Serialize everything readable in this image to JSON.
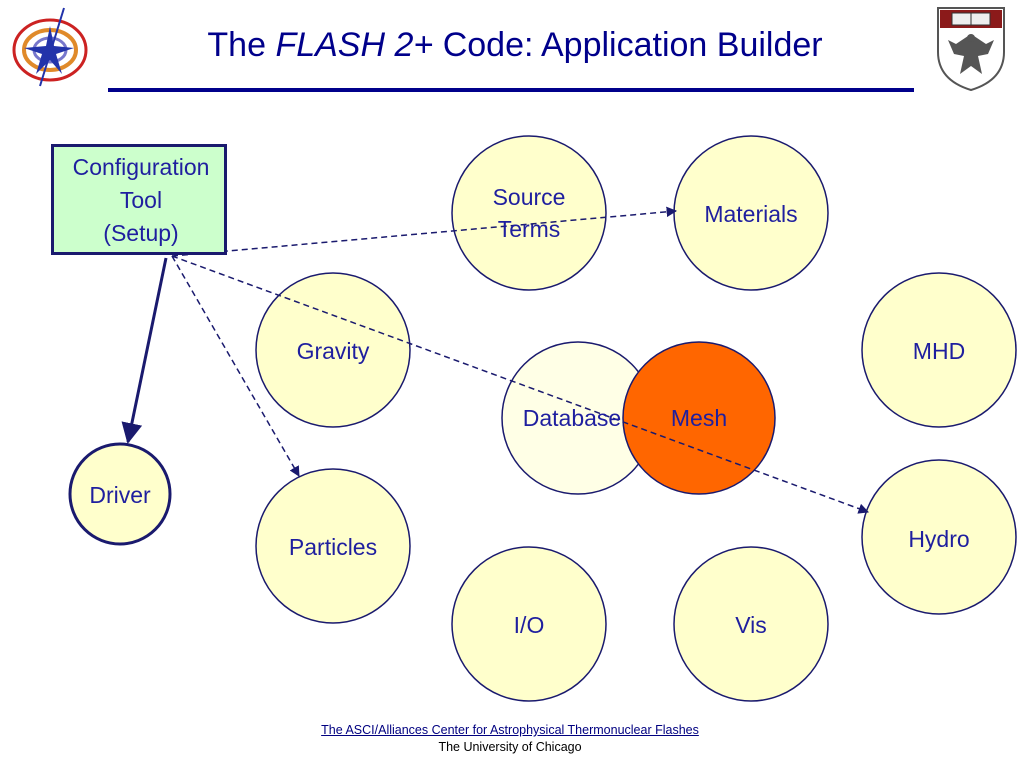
{
  "title": {
    "prefix": "The ",
    "emphasis": "FLASH 2+",
    "suffix": " Code: Application Builder"
  },
  "config_tool": {
    "label": "Configuration\nTool\n(Setup)"
  },
  "nodes": {
    "source_terms": "Source\nTerms",
    "materials": "Materials",
    "gravity": "Gravity",
    "mhd": "MHD",
    "database": "Database",
    "mesh": "Mesh",
    "driver": "Driver",
    "particles": "Particles",
    "hydro": "Hydro",
    "io": "I/O",
    "vis": "Vis"
  },
  "colors": {
    "module_fill": "#ffffcc",
    "database_fill": "#ffffe6",
    "mesh_fill": "#ff6600",
    "config_fill": "#ccffcc",
    "outline": "#1a1a6e",
    "text": "#1f1f9f"
  },
  "footer": {
    "line1": "The ASCI/Alliances Center for Astrophysical Thermonuclear Flashes",
    "line2": "The University of Chicago"
  },
  "logos": {
    "left": "flash-star-icon",
    "right": "university-crest-icon"
  }
}
